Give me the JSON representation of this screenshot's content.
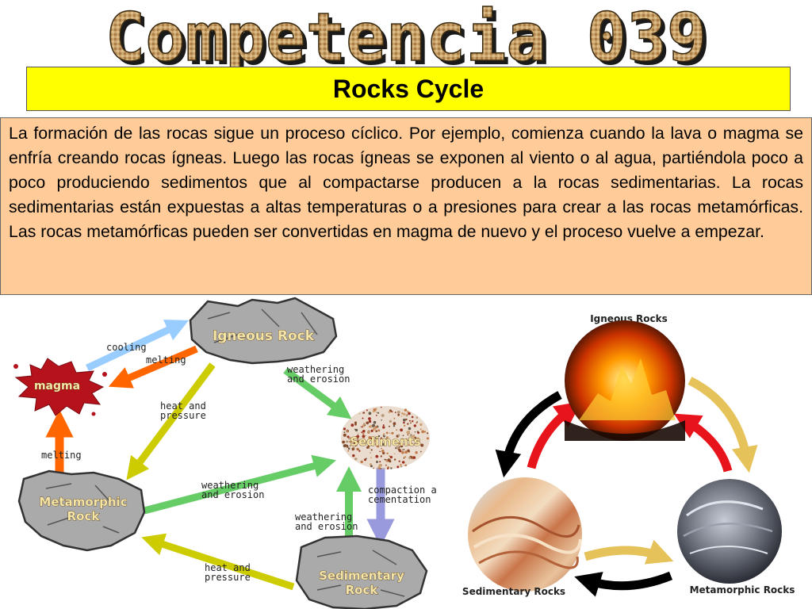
{
  "header": {
    "banner_text": "Competencia 039",
    "title": "Rocks Cycle"
  },
  "intro": {
    "paragraph": "La formación de las rocas sigue un proceso cíclico.  Por ejemplo, comienza cuando la lava o magma se enfría creando rocas ígneas.  Luego las rocas ígneas se exponen al viento o al agua, partiéndola poco a poco produciendo sedimentos que al compactarse producen a la rocas sedimentarias.  La rocas sedimentarias están expuestas a altas temperaturas o a presiones para crear a las rocas metamórficas.  Las rocas metamórficas pueden ser convertidas en magma de nuevo y el proceso vuelve a empezar."
  },
  "cycle_diagram": {
    "nodes": {
      "igneous": "Igneous Rock",
      "magma": "magma",
      "sediments": "Sediments",
      "metamorphic_line1": "Metamorphic",
      "metamorphic_line2": "Rock",
      "sedimentary_line1": "Sedimentary",
      "sedimentary_line2": "Rock"
    },
    "labels": {
      "cooling": "cooling",
      "melting_top": "melting",
      "melting_left": "melting",
      "heat_pressure_1a": "heat and",
      "heat_pressure_1b": "pressure",
      "weathering_1a": "weathering",
      "weathering_1b": "and erosion",
      "weathering_2a": "weathering",
      "weathering_2b": "and erosion",
      "weathering_3a": "weathering",
      "weathering_3b": "and erosion",
      "compaction_a": "compaction a",
      "compaction_b": "cementation",
      "heat_pressure_2a": "heat and",
      "heat_pressure_2b": "pressure"
    },
    "colors": {
      "cooling": "#99ccff",
      "melting": "#ff6600",
      "heat_pressure": "#cccc00",
      "weathering": "#66cc66",
      "compaction": "#9999dd",
      "rock": "#aaaaaa",
      "magma": "#b5121b"
    }
  },
  "photo_diagram": {
    "igneous": "Igneous Rocks",
    "sedimentary": "Sedimentary Rocks",
    "metamorphic": "Metamorphic Rocks"
  }
}
